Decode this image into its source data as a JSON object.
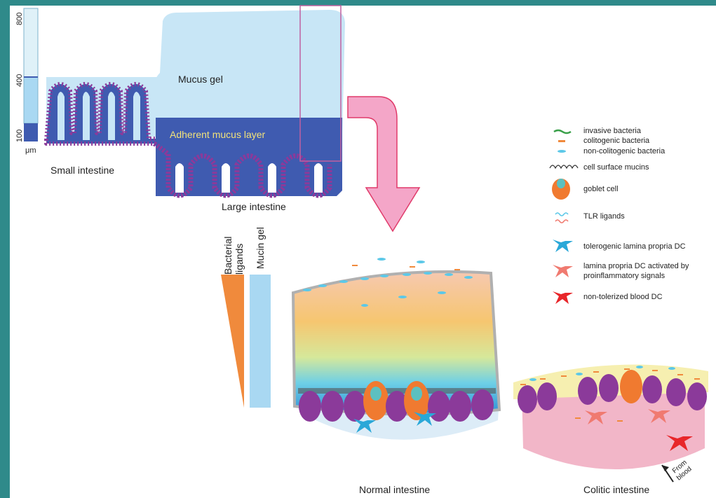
{
  "scale": {
    "ticks": [
      "800",
      "400",
      "100"
    ],
    "unit": "μm"
  },
  "regions": {
    "small": "Small intestine",
    "large": "Large intestine",
    "mucus_gel": "Mucus gel",
    "adherent": "Adherent mucus layer"
  },
  "gradient": {
    "bacterial": [
      "Bacterial",
      "ligands"
    ],
    "mucin": "Mucin gel"
  },
  "legend": [
    {
      "label": "invasive bacteria",
      "icon": "invasive-bacteria-icon"
    },
    {
      "label": "colitogenic bacteria",
      "icon": "colitogenic-bacteria-icon"
    },
    {
      "label": "non-colitogenic bacteria",
      "icon": "non-colitogenic-bacteria-icon"
    },
    {
      "label": "cell surface mucins",
      "icon": "cell-surface-mucins-icon"
    },
    {
      "label": "goblet cell",
      "icon": "goblet-cell-icon"
    },
    {
      "label": "TLR ligands",
      "icon": "tlr-ligands-icon"
    },
    {
      "label": "tolerogenic lamina propria DC",
      "icon": "tolerogenic-dc-icon"
    },
    {
      "label": [
        "lamina propria DC activated by",
        "proinflammatory signals"
      ],
      "icon": "activated-dc-icon"
    },
    {
      "label": "non-tolerized blood DC",
      "icon": "blood-dc-icon"
    }
  ],
  "captions": {
    "normal": "Normal intestine",
    "colitic": "Colitic intestine",
    "from_blood": [
      "From",
      "blood"
    ]
  },
  "colors": {
    "background": "#2f8a8a",
    "mucus_light": "#c8e6f6",
    "mucus_adherent": "#3f5bb0",
    "epithelium": "#8b3a9a",
    "arrow_pink": "#f4a6c8",
    "bacterial_gradient": "#f08a3c",
    "mucin_bar": "#a9d8f2"
  }
}
